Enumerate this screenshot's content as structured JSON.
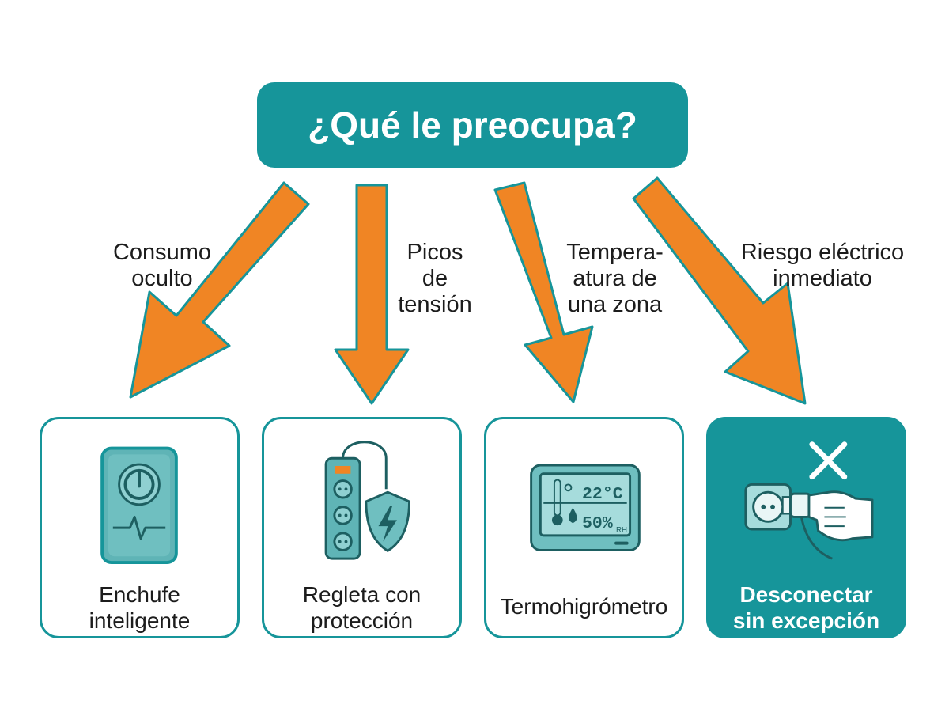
{
  "title": "¿Qué le preocupa?",
  "colors": {
    "teal": "#16959a",
    "teal_light": "#8fd0d1",
    "orange": "#f08524",
    "text": "#1c1c1c",
    "white": "#ffffff"
  },
  "branches": [
    {
      "concern": "Consumo\noculto",
      "solution": "Enchufe\ninteligente",
      "icon": "smart-plug-icon",
      "highlighted": false
    },
    {
      "concern": "Picos\nde\ntensión",
      "solution": "Regleta con\nprotección",
      "icon": "surge-protector-strip-icon",
      "highlighted": false
    },
    {
      "concern": "Tempera-\natura de\nuna zona",
      "solution": "Termohigrómetro",
      "icon": "thermohygrometer-icon",
      "highlighted": false,
      "display_temperature": "22°C",
      "display_humidity": "50%",
      "display_humidity_unit": "RH"
    },
    {
      "concern": "Riesgo eléctrico\ninmediato",
      "solution": "Desconectar\nsin excepción",
      "icon": "unplug-hand-icon",
      "highlighted": true
    }
  ]
}
